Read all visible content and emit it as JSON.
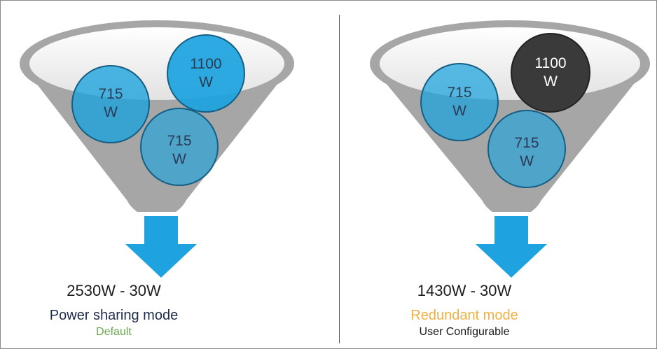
{
  "panels": [
    {
      "supplies": [
        {
          "watts": "715",
          "unit": "W",
          "state": "active"
        },
        {
          "watts": "1100",
          "unit": "W",
          "state": "active"
        },
        {
          "watts": "715",
          "unit": "W",
          "state": "active"
        }
      ],
      "total": "2530W - 30W",
      "mode": "Power sharing mode",
      "sub": "Default"
    },
    {
      "supplies": [
        {
          "watts": "715",
          "unit": "W",
          "state": "active"
        },
        {
          "watts": "1100",
          "unit": "W",
          "state": "standby"
        },
        {
          "watts": "715",
          "unit": "W",
          "state": "active"
        }
      ],
      "total": "1430W - 30W",
      "mode": "Redundant mode",
      "sub": "User Configurable"
    }
  ],
  "colors": {
    "funnel": "#a6a6a6",
    "arrow": "#1fa3e0",
    "supply_active": "#1aa3de",
    "supply_standby": "#3a3a3a",
    "mode_sharing": "#1e2a4a",
    "mode_redundant": "#f0b043",
    "sub_default": "#6aa84f"
  }
}
